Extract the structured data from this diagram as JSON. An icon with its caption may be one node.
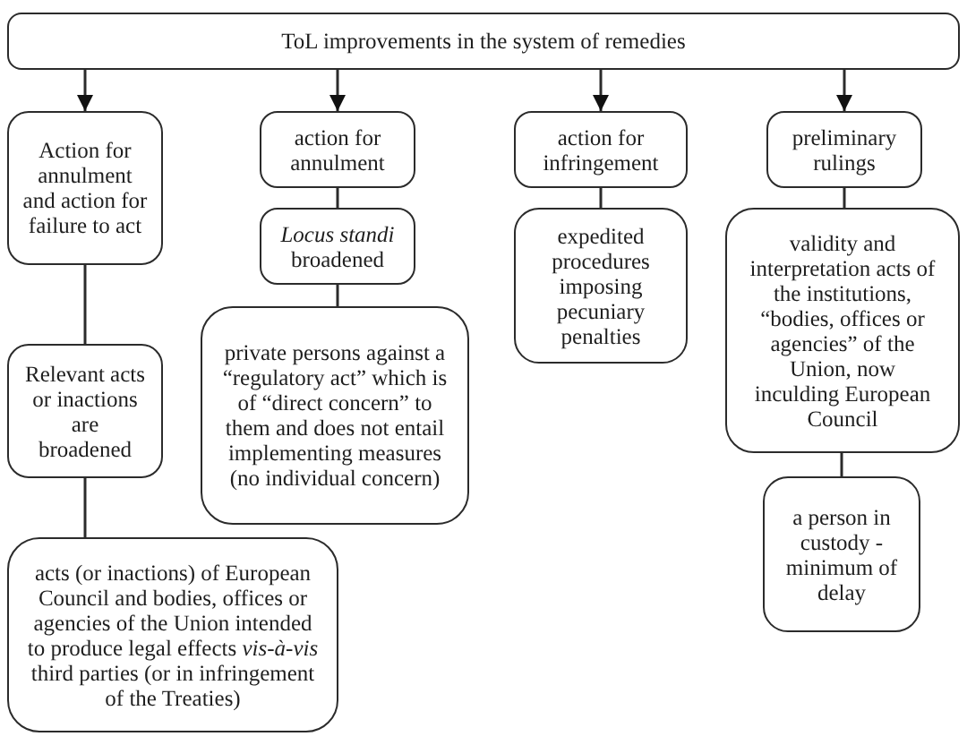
{
  "diagram": {
    "nodes": [
      {
        "text": [
          "ToL improvements in the system of remedies"
        ]
      },
      {
        "text": [
          "Action for annulment and action for failure to act"
        ]
      },
      {
        "text": [
          "action for annulment"
        ]
      },
      {
        "text": [
          "action for infringement"
        ]
      },
      {
        "text": [
          "preliminary rulings"
        ]
      },
      {
        "text": [
          "*Locus standi* broadened"
        ]
      },
      {
        "text": [
          "expedited procedures imposing pecuniary penalties"
        ]
      },
      {
        "text": [
          "validity and interpretation acts of the institutions, “bodies, offices or agencies” of the Union, now inculding European Council"
        ]
      },
      {
        "text": [
          "Relevant acts or inactions are broadened"
        ]
      },
      {
        "text": [
          "private persons against a “regulatory act” which is of “direct concern” to them and does not entail implementing measures (no individual concern)"
        ]
      },
      {
        "text": [
          "a person in custody - minimum of delay"
        ]
      },
      {
        "text": [
          "acts (or inactions) of European Council and bodies, offices or agencies of the Union intended to produce legal effects *vis-à-vis* third parties (or in infringement of the Treaties)"
        ]
      }
    ],
    "edges": [
      {
        "from": 0,
        "to": 1,
        "arrow": "to"
      },
      {
        "from": 0,
        "to": 2,
        "arrow": "to"
      },
      {
        "from": 0,
        "to": 3,
        "arrow": "to"
      },
      {
        "from": 0,
        "to": 4,
        "arrow": "to"
      },
      {
        "from": 2,
        "to": 5,
        "arrow": "none"
      },
      {
        "from": 3,
        "to": 6,
        "arrow": "none"
      },
      {
        "from": 4,
        "to": 7,
        "arrow": "none"
      },
      {
        "from": 1,
        "to": 8,
        "arrow": "none"
      },
      {
        "from": 5,
        "to": 9,
        "arrow": "none"
      },
      {
        "from": 7,
        "to": 10,
        "arrow": "none"
      },
      {
        "from": 8,
        "to": 11,
        "arrow": "none"
      }
    ]
  }
}
